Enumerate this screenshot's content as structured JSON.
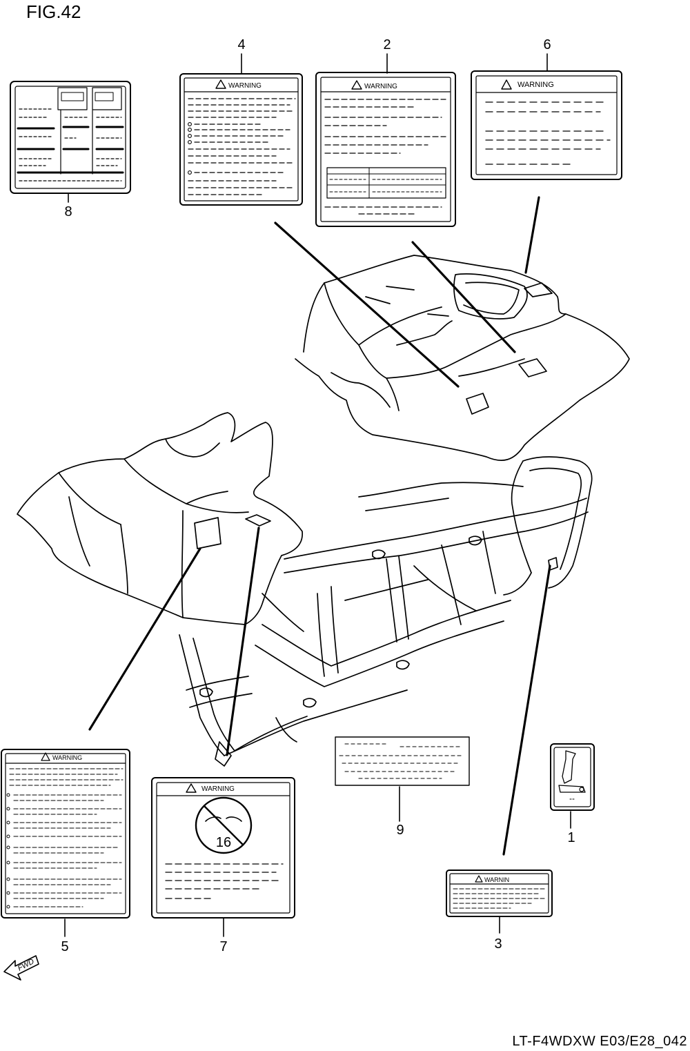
{
  "figure": {
    "title": "FIG.42",
    "code": "LT-F4WDXW E03/E28_042"
  },
  "labels": {
    "warning_text": "WARNING",
    "warning_text_label3": "WARNIN",
    "age_badge": "16",
    "fwd_text": "FWD"
  },
  "callouts": [
    {
      "id": "1",
      "text": "1"
    },
    {
      "id": "2",
      "text": "2"
    },
    {
      "id": "3",
      "text": "3"
    },
    {
      "id": "4",
      "text": "4"
    },
    {
      "id": "5",
      "text": "5"
    },
    {
      "id": "6",
      "text": "6"
    },
    {
      "id": "7",
      "text": "7"
    },
    {
      "id": "8",
      "text": "8"
    },
    {
      "id": "9",
      "text": "9"
    }
  ]
}
